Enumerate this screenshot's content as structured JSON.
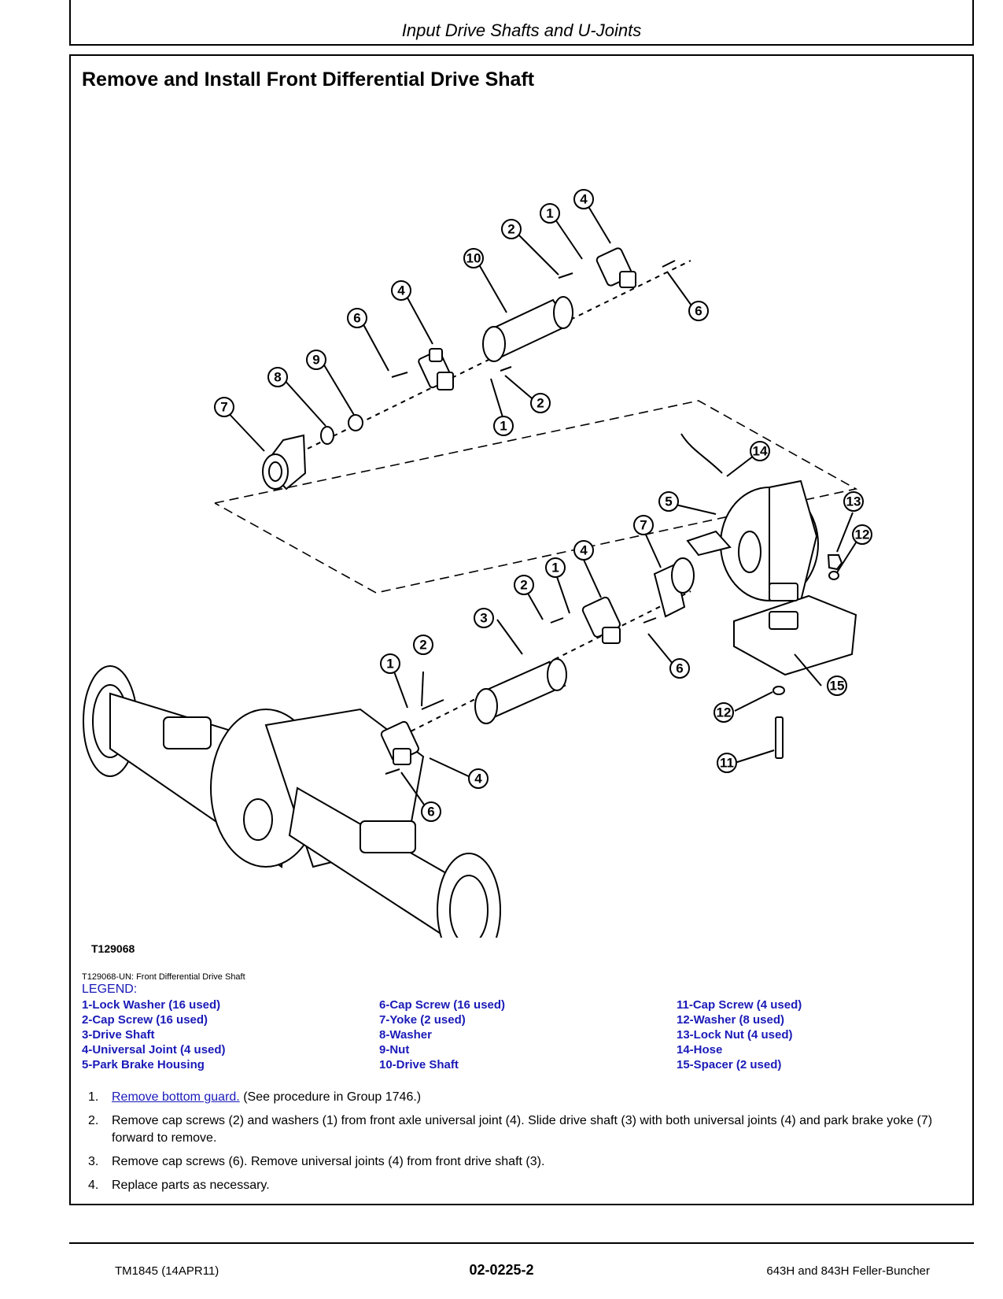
{
  "header": {
    "title": "Input Drive Shafts and U-Joints"
  },
  "section": {
    "title": "Remove and Install Front Differential Drive Shaft"
  },
  "figure": {
    "id": "T129068",
    "caption": "T129068-UN: Front Differential Drive Shaft",
    "callouts": [
      "1",
      "2",
      "3",
      "4",
      "5",
      "6",
      "7",
      "8",
      "9",
      "10",
      "11",
      "12",
      "13",
      "14",
      "15"
    ]
  },
  "legend": {
    "title": "LEGEND:",
    "items": [
      "1-Lock Washer (16 used)",
      "6-Cap Screw (16 used)",
      "11-Cap Screw (4 used)",
      "2-Cap Screw (16 used)",
      "7-Yoke (2 used)",
      "12-Washer (8 used)",
      "3-Drive Shaft",
      "8-Washer",
      "13-Lock Nut (4 used)",
      "4-Universal Joint (4 used)",
      "9-Nut",
      "14-Hose",
      "5-Park Brake Housing",
      "10-Drive Shaft",
      "15-Spacer (2 used)"
    ]
  },
  "steps": [
    {
      "num": "1.",
      "link": "Remove bottom guard.",
      "text": " (See procedure in Group 1746.)"
    },
    {
      "num": "2.",
      "text": "Remove cap screws (2) and washers (1) from front axle universal joint (4). Slide drive shaft (3) with both universal joints (4) and park brake yoke (7) forward to remove."
    },
    {
      "num": "3.",
      "text": "Remove cap screws (6). Remove universal joints (4) from front drive shaft (3)."
    },
    {
      "num": "4.",
      "text": "Replace parts as necessary."
    }
  ],
  "footer": {
    "left": "TM1845 (14APR11)",
    "center": "02-0225-2",
    "right": "643H and 843H Feller-Buncher"
  }
}
